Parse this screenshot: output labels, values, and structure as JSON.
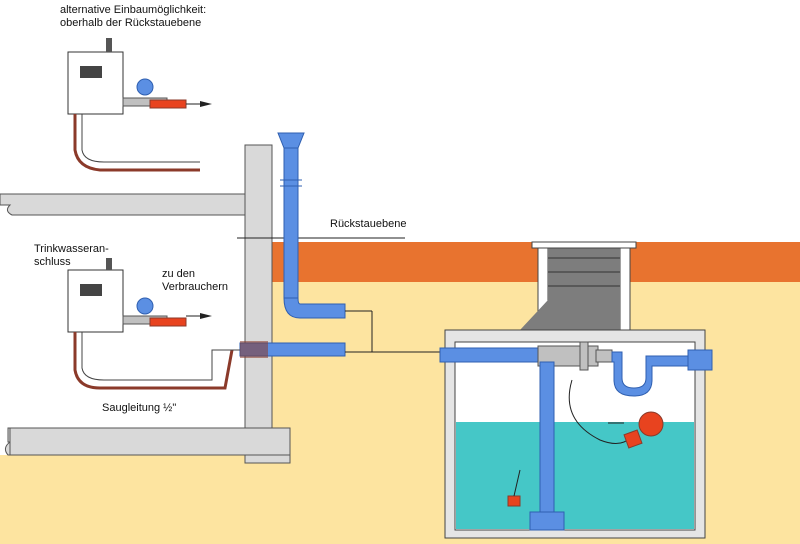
{
  "labels": {
    "alternative_line1": "alternative Einbaumöglichkeit:",
    "alternative_line2": "oberhalb der Rückstauebene",
    "rueckstauebene": "Rückstauebene",
    "trinkwasser_line1": "Trinkwasseran-",
    "trinkwasser_line2": "schluss",
    "verbraucher_line1": "zu den",
    "verbraucher_line2": "Verbrauchern",
    "saugleitung": "Saugleitung ½\""
  },
  "colors": {
    "soil": "#fde4a0",
    "topsoil": "#e8732f",
    "wall": "#d9d9d9",
    "pipe": "#5b8fe3",
    "pipe_dark": "#2f5fb0",
    "water": "#45c7c7",
    "tank_wall": "#e5e5e5",
    "float": "#e8431f",
    "hose": "#8b3a2a",
    "shaft": "#7d7d7d"
  },
  "icons": {
    "control_unit": "control-box-icon",
    "gauge": "pressure-gauge-icon",
    "float": "float-switch-icon",
    "arrow": "arrow-right-icon"
  }
}
